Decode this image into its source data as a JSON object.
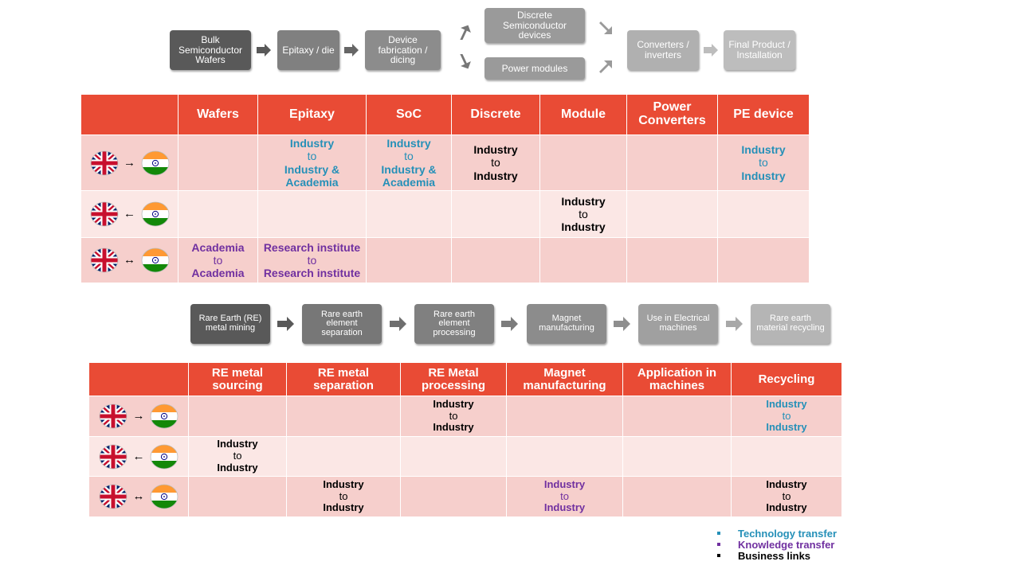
{
  "colors": {
    "header_red": "#e94b35",
    "row_dark": "#f6cfcc",
    "row_light": "#fbe7e5",
    "technology": "#2590b8",
    "knowledge": "#7030a0",
    "business": "#000000"
  },
  "semi_flow": {
    "bulk": "Bulk Semiconductor Wafers",
    "epitaxy": "Epitaxy / die",
    "device_fab": "Device fabrication / dicing",
    "discrete": "Discrete Semiconductor devices",
    "power_modules": "Power modules",
    "converters": "Converters / inverters",
    "final": "Final Product / Installation"
  },
  "semi_table": {
    "headers": [
      "Wafers",
      "Epitaxy",
      "SoC",
      "Discrete",
      "Module",
      "Power Converters",
      "PE device"
    ],
    "rows": [
      {
        "direction": "→",
        "cells": [
          null,
          {
            "from": "Industry",
            "to": "to",
            "target": "Industry & Academia",
            "type": "tech"
          },
          {
            "from": "Industry",
            "to": "to",
            "target": "Industry & Academia",
            "type": "tech"
          },
          {
            "from": "Industry",
            "to": "to",
            "target": "Industry",
            "type": "biz"
          },
          null,
          null,
          {
            "from": "Industry",
            "to": "to",
            "target": "Industry",
            "type": "tech"
          }
        ]
      },
      {
        "direction": "←",
        "cells": [
          null,
          null,
          null,
          null,
          {
            "from": "Industry",
            "to": "to",
            "target": "Industry",
            "type": "biz"
          },
          null,
          null
        ]
      },
      {
        "direction": "↔",
        "cells": [
          {
            "from": "Academia",
            "to": "to",
            "target": "Academia",
            "type": "know"
          },
          {
            "from": "Research institute",
            "to": "to",
            "target": "Research institute",
            "type": "know"
          },
          null,
          null,
          null,
          null,
          null
        ]
      }
    ]
  },
  "re_flow": {
    "mining": "Rare Earth (RE) metal mining",
    "separation": "Rare earth element separation",
    "processing": "Rare earth element processing",
    "magnet": "Magnet manufacturing",
    "use": "Use in Electrical machines",
    "recycling": "Rare earth material recycling"
  },
  "re_table": {
    "headers": [
      "RE metal sourcing",
      "RE metal separation",
      "RE Metal processing",
      "Magnet manufacturing",
      "Application in machines",
      "Recycling"
    ],
    "rows": [
      {
        "direction": "→",
        "cells": [
          null,
          null,
          {
            "from": "Industry",
            "to": "to",
            "target": "Industry",
            "type": "biz"
          },
          null,
          null,
          {
            "from": "Industry",
            "to": "to",
            "target": "Industry",
            "type": "tech"
          }
        ]
      },
      {
        "direction": "←",
        "cells": [
          {
            "from": "Industry",
            "to": "to",
            "target": "Industry",
            "type": "biz"
          },
          null,
          null,
          null,
          null,
          null
        ]
      },
      {
        "direction": "↔",
        "cells": [
          null,
          {
            "from": "Industry",
            "to": "to",
            "target": "Industry",
            "type": "biz"
          },
          null,
          {
            "from": "Industry",
            "to": "to",
            "target": "Industry",
            "type": "know"
          },
          null,
          {
            "from": "Industry",
            "to": "to",
            "target": "Industry",
            "type": "biz"
          }
        ]
      }
    ]
  },
  "legend": {
    "technology": "Technology transfer",
    "knowledge": "Knowledge transfer",
    "business": "Business links"
  }
}
